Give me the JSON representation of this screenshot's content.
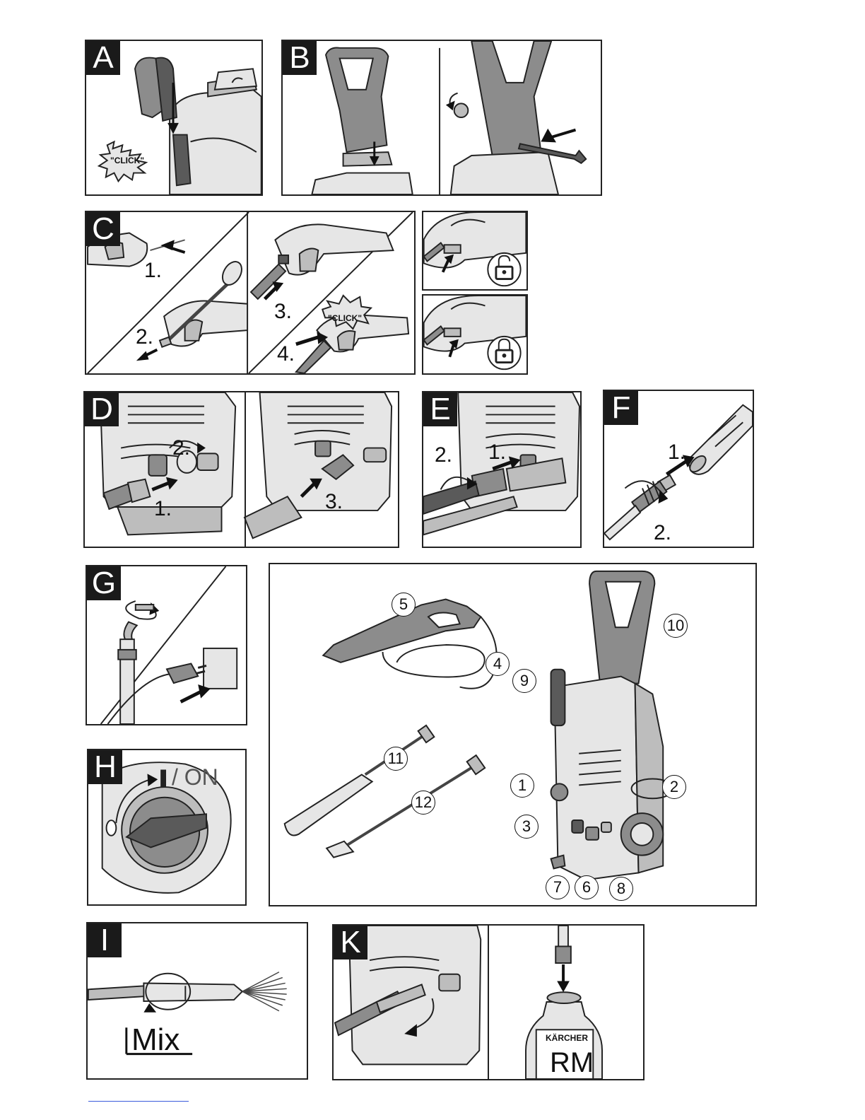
{
  "panels": {
    "A": {
      "letter": "A",
      "click": "\"CLICK\""
    },
    "B": {
      "letter": "B"
    },
    "C": {
      "letter": "C",
      "steps": [
        "1.",
        "2.",
        "3.",
        "4."
      ],
      "click": "\"CLICK\""
    },
    "D": {
      "letter": "D",
      "steps": [
        "2.",
        "1.",
        "3."
      ]
    },
    "E": {
      "letter": "E",
      "steps": [
        "2.",
        "1."
      ]
    },
    "F": {
      "letter": "F",
      "steps": [
        "1.",
        "2."
      ]
    },
    "G": {
      "letter": "G"
    },
    "H": {
      "letter": "H",
      "switch_label": "/ ON"
    },
    "I": {
      "letter": "I",
      "mix_label": "Mix"
    },
    "K": {
      "letter": "K",
      "bottle_brand": "KÄRCHER",
      "bottle_text": "RM"
    }
  },
  "overview": {
    "callouts": [
      "1",
      "2",
      "3",
      "4",
      "5",
      "6",
      "7",
      "8",
      "9",
      "10",
      "11",
      "12"
    ]
  },
  "icons": {
    "lock_open": "unlocked-padlock-icon",
    "lock_closed": "locked-padlock-icon"
  },
  "colors": {
    "panel_letter_bg": "#1a1a1a",
    "outline": "#222222",
    "link": "#3b5bdb"
  }
}
